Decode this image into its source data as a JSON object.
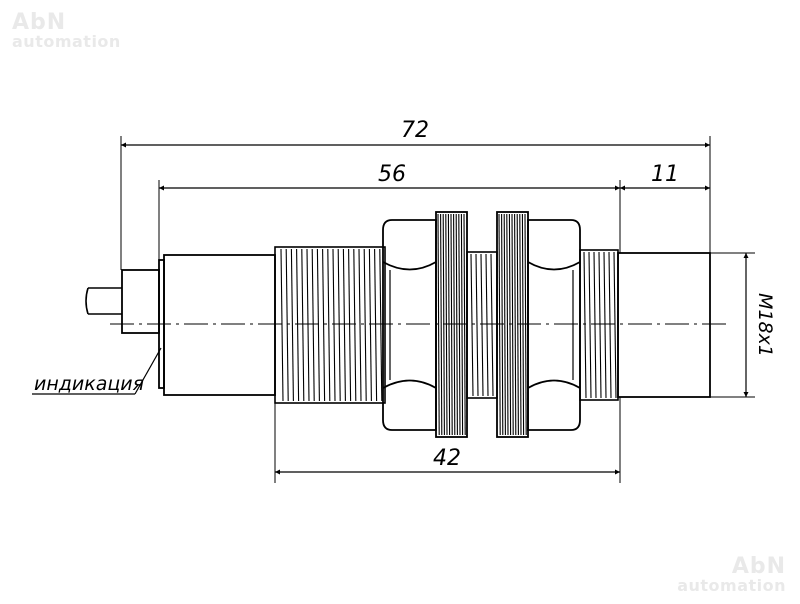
{
  "watermark": {
    "brand": "AbN",
    "tagline": "automation"
  },
  "dimensions": {
    "overall_length": "72",
    "body_length": "56",
    "sensing_face_length": "11",
    "thread_length": "42",
    "thread_size": "M18x1"
  },
  "labels": {
    "indication": "индикация"
  },
  "colors": {
    "line": "#000000",
    "watermark": "#e9e9e9"
  }
}
